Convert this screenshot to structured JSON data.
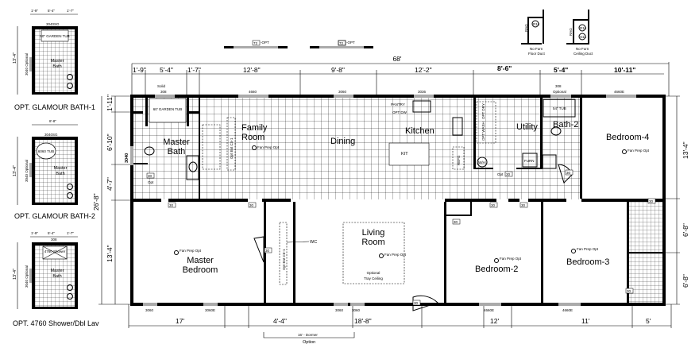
{
  "insets": [
    {
      "caption": "OPT. GLAMOUR BATH-1",
      "room": [
        "Master",
        "Bath"
      ],
      "dims_top": [
        "1'-9\"",
        "5'-4\"",
        "1'-7\""
      ],
      "dim_side": "13'-4\"",
      "window": "3040SG",
      "tub": "60\" GARDEN TUB",
      "side_window": "3040 Optional"
    },
    {
      "caption": "OPT. GLAMOUR BATH-2",
      "room": [
        "Master",
        "Bath"
      ],
      "dims_top": [
        "8'-8\""
      ],
      "dim_side": "13'-4\"",
      "window": "3040SG",
      "tub": "6060 TUB",
      "side_window": "3040 Optional"
    },
    {
      "caption": "OPT. 4760 Shower/Dbl Lav",
      "room": [
        "Master",
        "Bath"
      ],
      "dims_top": [
        "1'-9\"",
        "5'-4\"",
        "1'-7\""
      ],
      "dim_side": "13'-4\"",
      "window": "308",
      "tub": "4760 Shower",
      "side_window": "3040 Optional"
    }
  ],
  "door_options": [
    {
      "size": "72",
      "label": "-OPT"
    },
    {
      "size": "72",
      "label": "-OPT"
    }
  ],
  "duct_options": [
    {
      "tags": [
        "R14"
      ],
      "side": "RAG",
      "caption": [
        "No Furn",
        "Floor Duct"
      ]
    },
    {
      "tags": [
        "R14",
        "S14"
      ],
      "side": "RAG",
      "caption": [
        "No Furn",
        "Ceiling Duct"
      ]
    }
  ],
  "dimensions": {
    "overall_width": "68'",
    "overall_depth": "26'-8\"",
    "top": [
      "1'-9\"",
      "5'-4\"",
      "1'-7\"",
      "12'-8\"",
      "9'-8\"",
      "12'-2\"",
      "8'-6\"",
      "5'-4\"",
      "10'-11\""
    ],
    "left": [
      "1'-11\"",
      "6'-10\"",
      "4'-7\"",
      "13'-4\""
    ],
    "right": [
      "13'-4\"",
      "6'-8\"",
      "6'-8\""
    ],
    "bottom": [
      "17'",
      "4'-4\"",
      "18'-8\"",
      "12'",
      "11'",
      "5'"
    ],
    "dormer": "16' - Dormer",
    "dormer_sub": "Option"
  },
  "rooms": {
    "master_bath": [
      "Master",
      "Bath"
    ],
    "family_room": [
      "Family",
      "Room"
    ],
    "dining": "Dining",
    "kitchen": "Kitchen",
    "utility": "Utility",
    "bath2": "Bath-2",
    "bedroom4": "Bedroom-4",
    "master_bedroom": [
      "Master",
      "Bedroom"
    ],
    "living_room": [
      "Living",
      "Room"
    ],
    "bedroom2": "Bedroom-2",
    "bedroom3": "Bedroom-3"
  },
  "windows_top": [
    "308",
    "4660",
    "3060",
    "3036",
    "308",
    "4660E"
  ],
  "windows_top_notes": {
    "solid": "Solid",
    "optional": "Optional"
  },
  "windows_bottom": [
    "3060",
    "3060E",
    "3060",
    "3060",
    "4660E",
    "4660E"
  ],
  "side_window": "3040",
  "fixtures": {
    "garden_tub": "60' GARDEN TUB",
    "tub2": "54\" TUB",
    "fireplace": "Opt Ent Ctr-1",
    "ent_center": "Opt Ent Ctr-1",
    "island": "KIT",
    "pantry": "PANTRY",
    "dw": "OPT DW",
    "refrigerator": "REFG",
    "dryer": "OPT DRY",
    "washer": "OPT WASH",
    "water_heater": "W/H",
    "furnace": "FURN",
    "wc": "WC",
    "fan": "Fan Prep Opt",
    "tray": [
      "Optional",
      "Tray Ceiling"
    ],
    "opt": "Opt",
    "door": "30"
  }
}
